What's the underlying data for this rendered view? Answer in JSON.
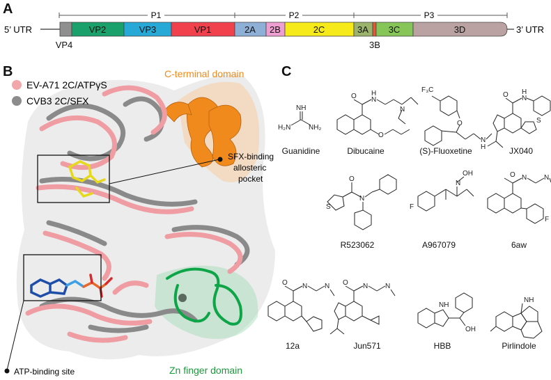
{
  "panels": {
    "a": "A",
    "b": "B",
    "c": "C"
  },
  "genome": {
    "utr5": "5’ UTR",
    "utr3": "3’ UTR",
    "regions": [
      "P1",
      "P2",
      "P3"
    ],
    "segments": [
      {
        "label": "",
        "color": "#8f8f8f"
      },
      {
        "label": "VP2",
        "color": "#1aa06b"
      },
      {
        "label": "VP3",
        "color": "#27a9d8"
      },
      {
        "label": "VP1",
        "color": "#f0414d"
      },
      {
        "label": "2A",
        "color": "#8fb0d6"
      },
      {
        "label": "2B",
        "color": "#ef9ed1"
      },
      {
        "label": "2C",
        "color": "#f7ea1a"
      },
      {
        "label": "3A",
        "color": "#9bb36a"
      },
      {
        "label": "",
        "color": "#e0583a"
      },
      {
        "label": "3C",
        "color": "#86c557"
      },
      {
        "label": "3D",
        "color": "#bba2a2"
      }
    ],
    "below_labels": {
      "vp4": "VP4",
      "b3": "3B"
    }
  },
  "structure": {
    "legend": [
      {
        "label": "EV-A71 2C/ATPγS",
        "color": "#f2a7aa"
      },
      {
        "label": "CVB3 2C/SFX",
        "color": "#8c8c8c"
      }
    ],
    "c_terminal": "C-terminal domain",
    "sfx_pocket": [
      "SFX-binding",
      "allosteric",
      "pocket"
    ],
    "atp_site": "ATP-binding site",
    "zn_finger": "Zn finger domain",
    "colors": {
      "orange": "#f08a1c",
      "green": "#0ea548",
      "zn_text": "#1a9a3a"
    }
  },
  "compounds": [
    "Guanidine",
    "Dibucaine",
    "(S)-Fluoxetine",
    "JX040",
    "R523062",
    "A967079",
    "6aw",
    "12a",
    "Jun571",
    "HBB",
    "Pirlindole"
  ],
  "atoms": {
    "nh": "NH",
    "h2n": "H₂N",
    "nh2": "NH₂",
    "n": "N",
    "h": "H",
    "o": "O",
    "f": "F",
    "s": "S",
    "oh": "OH",
    "cf3": "F₃C"
  }
}
